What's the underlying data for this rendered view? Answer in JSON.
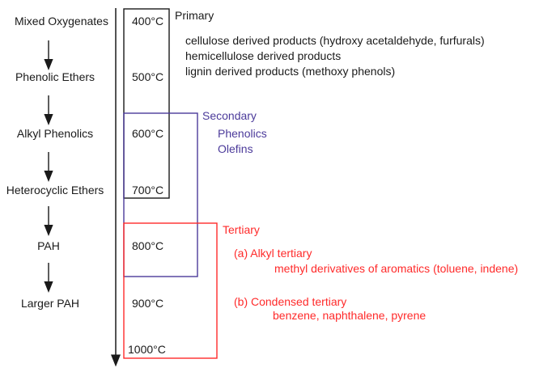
{
  "stages": [
    "Mixed Oxygenates",
    "Phenolic Ethers",
    "Alkyl Phenolics",
    "Heterocyclic Ethers",
    "PAH",
    "Larger PAH"
  ],
  "temperatures": [
    "400°C",
    "500°C",
    "600°C",
    "700°C",
    "800°C",
    "900°C",
    "1000°C"
  ],
  "primary": {
    "title": "Primary",
    "lines": [
      "cellulose derived products (hydroxy acetaldehyde, furfurals)",
      "hemicellulose derived products",
      "lignin derived products (methoxy phenols)"
    ],
    "color": "#1a1a1a"
  },
  "secondary": {
    "title": "Secondary",
    "lines": [
      "Phenolics",
      "Olefins"
    ],
    "color": "#4b3a9a"
  },
  "tertiary": {
    "title": "Tertiary",
    "a_label": "(a) Alkyl tertiary",
    "a_detail": "methyl derivatives of aromatics (toluene, indene)",
    "b_label": "(b) Condensed tertiary",
    "b_detail": "benzene, naphthalene, pyrene",
    "color": "#ff2a2a"
  }
}
